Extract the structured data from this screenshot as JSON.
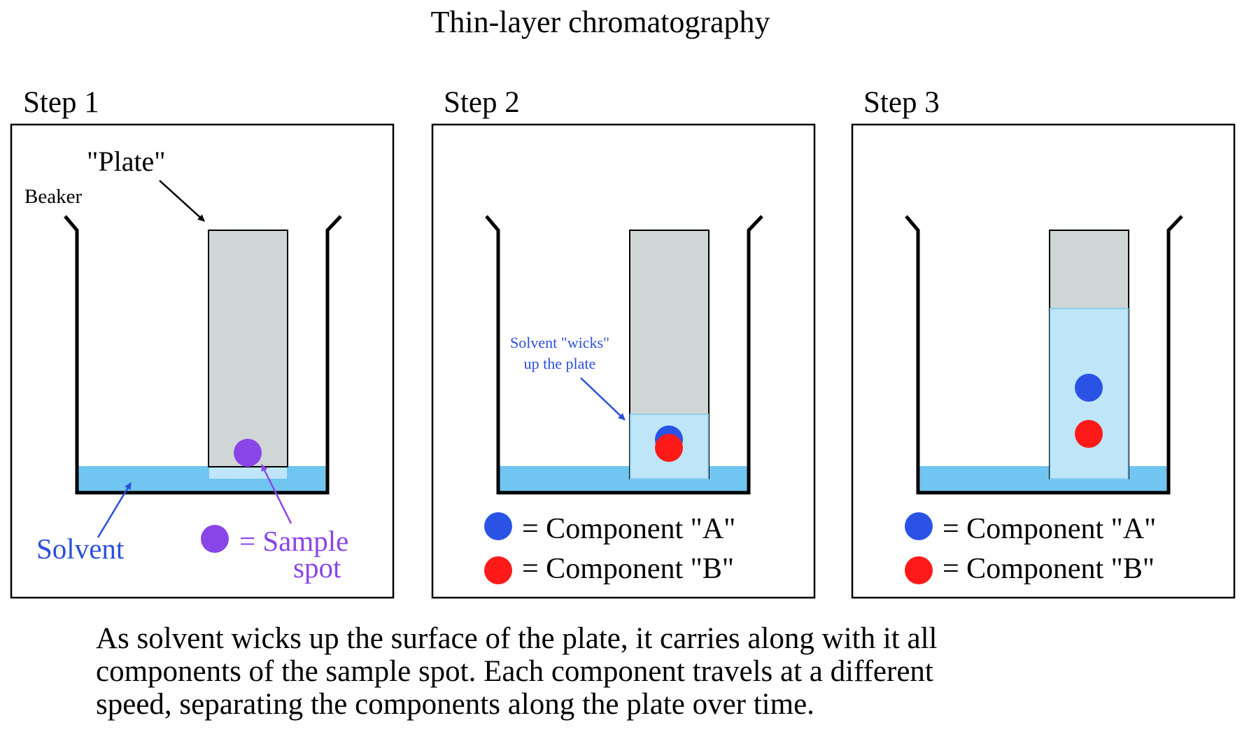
{
  "title": "Thin-layer chromatography",
  "colors": {
    "solvent": "#71c6f1",
    "wicked": "#bfe6f8",
    "plate": "#d0d6d6",
    "component_a": "#2a53e6",
    "component_b": "#ff1a1a",
    "sample": "#8a45e8",
    "label_blue": "#2b4fd9",
    "label_purple": "#8a45e8"
  },
  "panels": [
    {
      "step": "Step 1",
      "labels": {
        "plate": "\"Plate\"",
        "beaker": "Beaker",
        "solvent": "Solvent",
        "sample_eq": "= Sample",
        "sample_spot": "spot"
      }
    },
    {
      "step": "Step 2",
      "labels": {
        "wicks_line1": "Solvent \"wicks\"",
        "wicks_line2": "up the plate",
        "legend_a": "= Component \"A\"",
        "legend_b": "= Component \"B\""
      }
    },
    {
      "step": "Step 3",
      "labels": {
        "legend_a": "= Component \"A\"",
        "legend_b": "= Component \"B\""
      }
    }
  ],
  "caption": [
    "As solvent wicks up the surface of the plate, it carries along with it all",
    "components of the sample spot.  Each component travels at a different",
    "speed, separating the components along the plate over time."
  ]
}
